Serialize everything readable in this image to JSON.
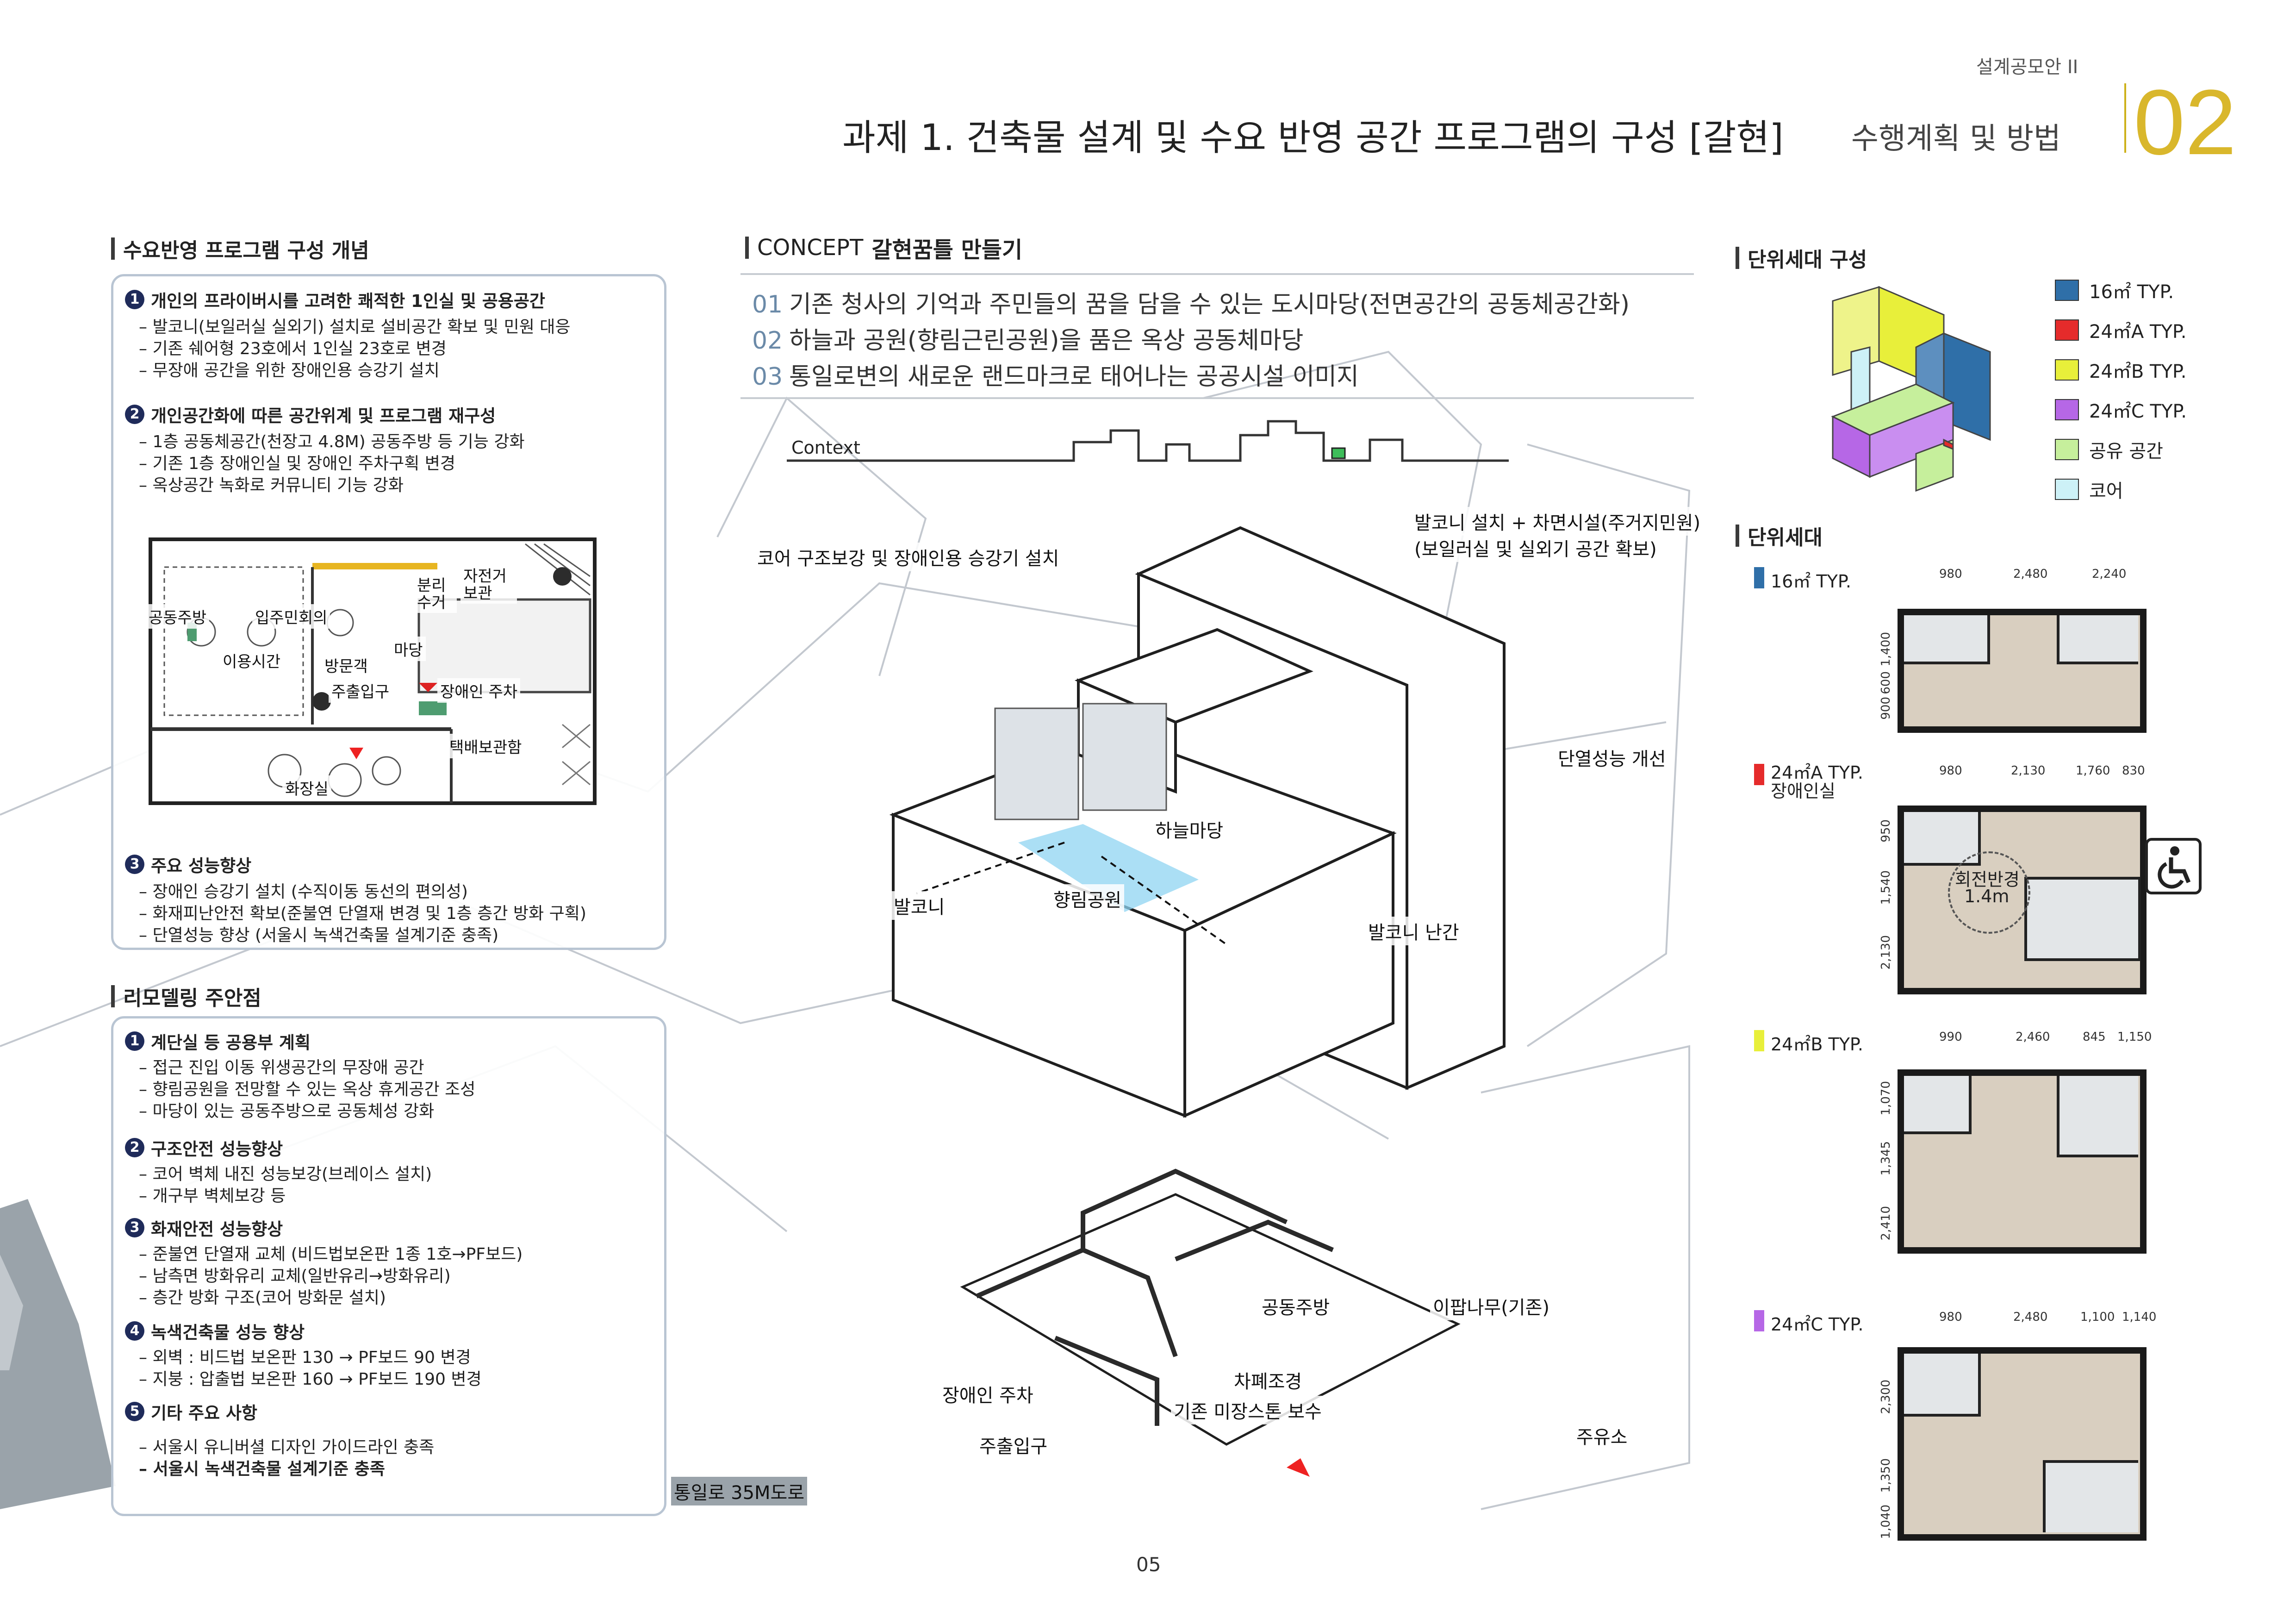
{
  "header": {
    "series": "설계공모안 II",
    "title": "과제 1. 건축물 설계 및 수요 반영 공간 프로그램의 구성 [갈현]",
    "subtitle": "수행계획 및 방법",
    "number": "02"
  },
  "program": {
    "heading": "수요반영 프로그램 구성 개념",
    "groups": [
      {
        "num": "1",
        "title": "개인의 프라이버시를 고려한 쾌적한 1인실 및 공용공간",
        "items": [
          "– 발코니(보일러실 실외기) 설치로 설비공간 확보 및 민원 대응",
          "– 기존 쉐어형 23호에서 1인실 23호로 변경",
          "– 무장애 공간을 위한 장애인용 승강기 설치"
        ]
      },
      {
        "num": "2",
        "title": "개인공간화에 따른 공간위계 및 프로그램 재구성",
        "items": [
          "– 1층 공동체공간(천장고 4.8M) 공동주방 등 기능 강화",
          "– 기존 1층 장애인실 및 장애인 주차구획 변경",
          "– 옥상공간 녹화로 커뮤니티 기능 강화"
        ]
      },
      {
        "num": "3",
        "title": "주요 성능향상",
        "items": [
          "– 장애인 승강기 설치 (수직이동 동선의 편의성)",
          "– 화재피난안전 확보(준불연 단열재 변경 및 1층 층간 방화 구획)",
          "– 단열성능 향상 (서울시 녹색건축물 설계기준 충족)"
        ]
      }
    ],
    "plan_labels": {
      "kitchen": "공동주방",
      "resident_meeting": "입주민회의",
      "use_time": "이용시간",
      "visitor": "방문객",
      "sorting": "분리수거",
      "bike": "자전거보관",
      "yard": "마당",
      "main_entry": "주출입구",
      "disabled_parking": "장애인 주차",
      "parcel": "택배보관함",
      "toilet": "화장실"
    }
  },
  "remodel": {
    "heading": "리모델링 주안점",
    "groups": [
      {
        "num": "1",
        "title": "계단실 등 공용부 계획",
        "items": [
          "– 접근 진입 이동 위생공간의 무장애 공간",
          "– 향림공원을 전망할 수 있는 옥상 휴게공간 조성",
          "– 마당이 있는 공동주방으로 공동체성 강화"
        ]
      },
      {
        "num": "2",
        "title": "구조안전 성능향상",
        "items": [
          "– 코어 벽체 내진 성능보강(브레이스 설치)",
          "– 개구부 벽체보강 등"
        ]
      },
      {
        "num": "3",
        "title": "화재안전 성능향상",
        "items": [
          "– 준불연 단열재 교체 (비드법보온판 1종 1호→PF보드)",
          "– 남측면 방화유리 교체(일반유리→방화유리)",
          "– 층간 방화 구조(코어 방화문 설치)"
        ]
      },
      {
        "num": "4",
        "title": "녹색건축물 성능 향상",
        "items": [
          "– 외벽 : 비드법 보온판 130 → PF보드 90 변경",
          "– 지붕 : 압출법 보온판 160 → PF보드 190 변경"
        ]
      },
      {
        "num": "5",
        "title": "기타 주요 사항",
        "items": [
          "– 서울시 유니버셜 디자인 가이드라인 충족",
          "– 서울시 녹색건축물 설계기준 충족"
        ]
      }
    ]
  },
  "concept": {
    "heading_prefix": "CONCEPT",
    "heading": "갈현꿈틀 만들기",
    "lines": [
      {
        "n": "01",
        "text": "기존 청사의 기억과 주민들의 꿈을 담을 수 있는 도시마당(전면공간의 공동체공간화)"
      },
      {
        "n": "02",
        "text": "하늘과 공원(향림근린공원)을 품은 옥상 공동체마당"
      },
      {
        "n": "03",
        "text": "통일로변의 새로운 랜드마크로 태어나는 공공시설 이미지"
      }
    ],
    "context": "Context"
  },
  "axon_labels": {
    "core": "코어 구조보강 및 장애인용 승강기 설치",
    "balcony_install": "발코니 설치 + 차면시설(주거지민원)",
    "balcony_install2": "(보일러실 및 실외기 공간 확보)",
    "insulation": "단열성능 개선",
    "sky_yard": "하늘마당",
    "balcony": "발코니",
    "park": "향림공원",
    "railing": "발코니 난간",
    "kitchen": "공동주방",
    "ginkgo": "이팝나무(기존)",
    "disabled_parking": "장애인 주차",
    "screen": "차폐조경",
    "stone": "기존 미장스톤 보수",
    "entry": "주출입구",
    "gas": "주유소",
    "road": "통일로 35M도로"
  },
  "units": {
    "composition_heading": "단위세대 구성",
    "legend": [
      {
        "label": "16㎡ TYP.",
        "color": "#2f6fa8"
      },
      {
        "label": "24㎡A TYP.",
        "color": "#e52b2b"
      },
      {
        "label": "24㎡B TYP.",
        "color": "#e8ef3a"
      },
      {
        "label": "24㎡C TYP.",
        "color": "#b667e6"
      },
      {
        "label": "공유 공간",
        "color": "#c6ef9c"
      },
      {
        "label": "코어",
        "color": "#cdf1f7"
      }
    ],
    "unit_heading": "단위세대",
    "plans": [
      {
        "tag": "16㎡ TYP.",
        "sub": "",
        "color": "#2f6fa8",
        "top_dims": [
          "980",
          "2,480",
          "2,240"
        ],
        "side_dims": [
          "1,400",
          "600",
          "900"
        ],
        "note1": "",
        "note2": ""
      },
      {
        "tag": "24㎡A TYP.",
        "sub": "장애인실",
        "color": "#e52b2b",
        "top_dims": [
          "980",
          "2,130",
          "1,760",
          "830"
        ],
        "side_dims": [
          "950",
          "1,540",
          "2,130"
        ],
        "note1": "회전반경",
        "note2": "1.4m"
      },
      {
        "tag": "24㎡B TYP.",
        "sub": "",
        "color": "#e8ef3a",
        "top_dims": [
          "990",
          "2,460",
          "845",
          "1,150"
        ],
        "side_dims": [
          "1,070",
          "1,345",
          "2,410"
        ],
        "note1": "",
        "note2": ""
      },
      {
        "tag": "24㎡C TYP.",
        "sub": "",
        "color": "#b667e6",
        "top_dims": [
          "980",
          "2,480",
          "1,100",
          "1,140"
        ],
        "side_dims": [
          "2,300",
          "1,350",
          "1,040"
        ],
        "note1": "",
        "note2": ""
      }
    ]
  },
  "page_number": "05"
}
